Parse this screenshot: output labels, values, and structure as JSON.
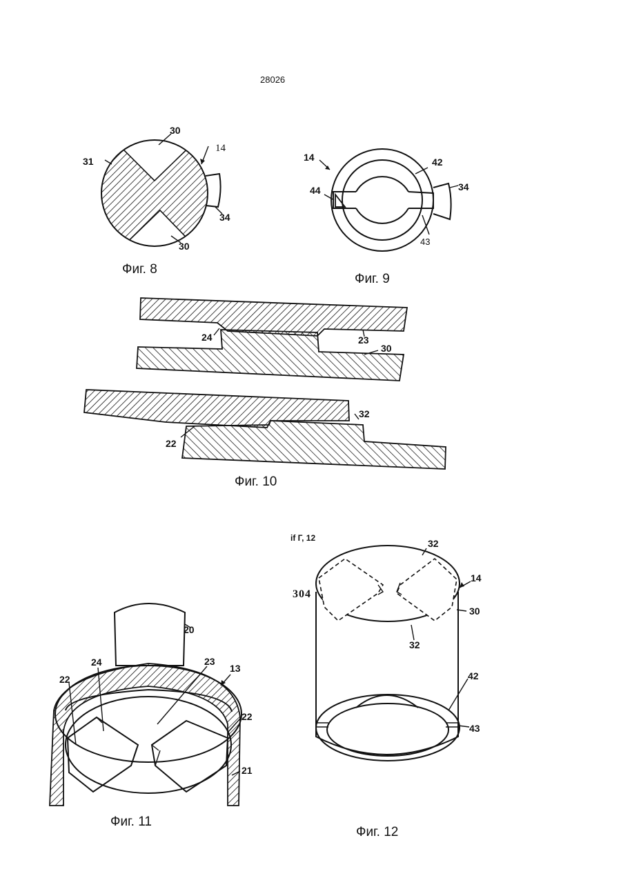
{
  "page_number": "28026",
  "captions": {
    "fig8": "Фиг. 8",
    "fig9": "Фиг. 9",
    "fig10": "Фиг. 10",
    "fig11": "Фиг. 11",
    "fig12": "Фиг. 12",
    "fig12_stray": "if Г, 12"
  },
  "fig8": {
    "labels": {
      "l30a": "30",
      "l14": "14",
      "l31": "31",
      "l34": "34",
      "l30b": "30"
    }
  },
  "fig9": {
    "labels": {
      "l14": "14",
      "l42": "42",
      "l44": "44",
      "l34": "34",
      "l43": "43"
    }
  },
  "fig10": {
    "labels": {
      "l24": "24",
      "l23": "23",
      "l30": "30",
      "l32": "32",
      "l22": "22"
    }
  },
  "fig11": {
    "labels": {
      "l20": "20",
      "l24": "24",
      "l23": "23",
      "l13": "13",
      "l22a": "22",
      "l22b": "22",
      "l21": "21"
    }
  },
  "fig12": {
    "labels": {
      "l32a": "32",
      "l14": "14",
      "l304": "304",
      "l30": "30",
      "l32b": "32",
      "l42": "42",
      "l43": "43"
    }
  }
}
